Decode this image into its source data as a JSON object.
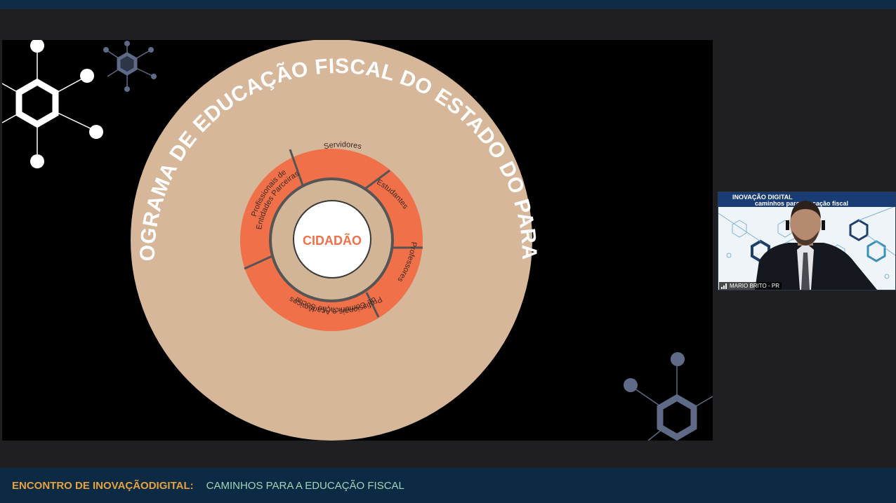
{
  "colors": {
    "accent_orange": "#f07049",
    "beige": "#d6b79a",
    "brand_navy": "#0c2a44",
    "label_gold": "#e6a23c",
    "title_green": "#9fd6b9"
  },
  "slide": {
    "ring_title": "PROGRAMA DE EDUCAÇÃO  FISCAL DO ESTADO DO PARANÁ",
    "center_label": "CIDADÃO",
    "segments": [
      "Servidores",
      "Estudantes",
      "Professores",
      "de Comunicação Social",
      "Profissionais e Acadêmicos",
      "Profissionais de",
      "Entidades Parceiras"
    ]
  },
  "participant": {
    "banner_title": "INOVAÇÃO DIGITAL",
    "banner_subtitle": "caminhos para educação fiscal",
    "name": "MARIO BRITO - PR",
    "icons": [
      "signal-icon"
    ]
  },
  "footer": {
    "event_label": "ENCONTRO DE INOVAÇÃODIGITAL:",
    "event_title": "CAMINHOS PARA A EDUCAÇÃO FISCAL"
  }
}
